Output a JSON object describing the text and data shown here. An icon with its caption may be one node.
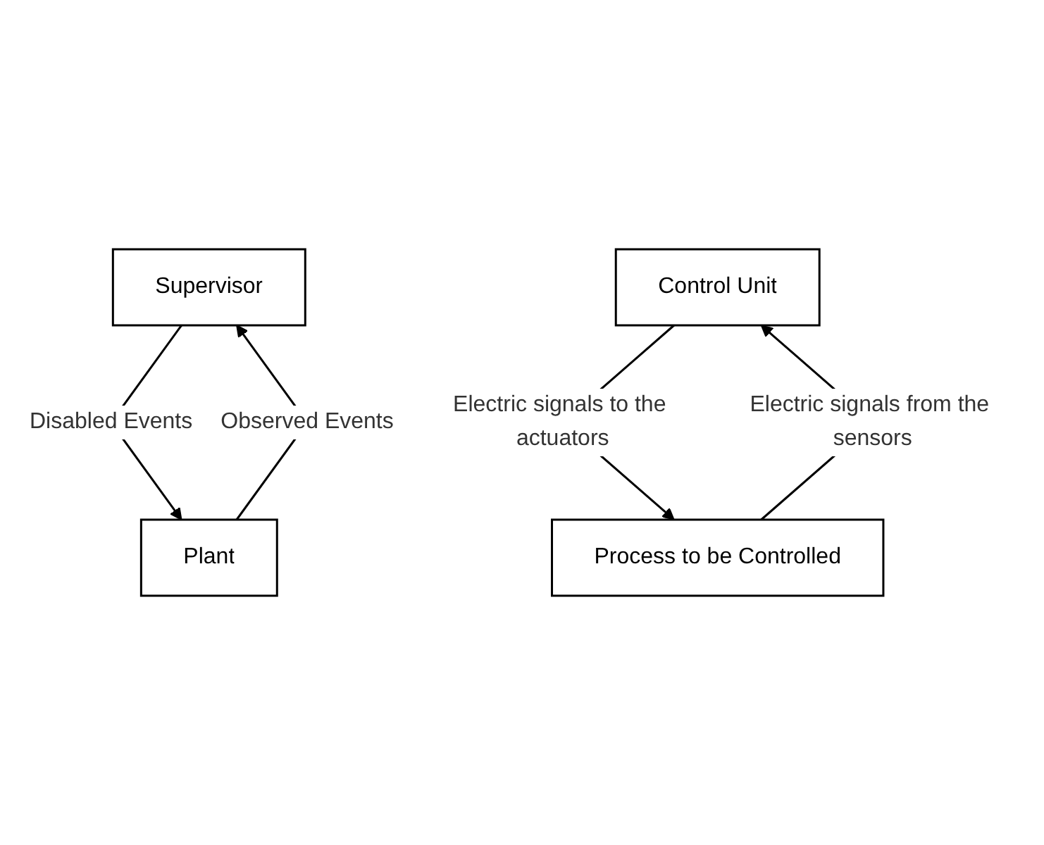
{
  "diagram": {
    "nodes": [
      {
        "text": [
          "Supervisor"
        ]
      },
      {
        "text": [
          "Plant"
        ]
      },
      {
        "text": [
          "Control Unit"
        ]
      },
      {
        "text": [
          "Process to be Controlled"
        ]
      }
    ],
    "edges": [
      {
        "from": 1,
        "to": 0,
        "arrow": "to",
        "label": "Observed Events"
      },
      {
        "from": 0,
        "to": 1,
        "arrow": "to",
        "label": "Disabled Events"
      },
      {
        "from": 3,
        "to": 2,
        "arrow": "to",
        "label": "Electric signals from the sensors"
      },
      {
        "from": 2,
        "to": 3,
        "arrow": "to",
        "label": "Electric signals to the actuators"
      }
    ]
  }
}
